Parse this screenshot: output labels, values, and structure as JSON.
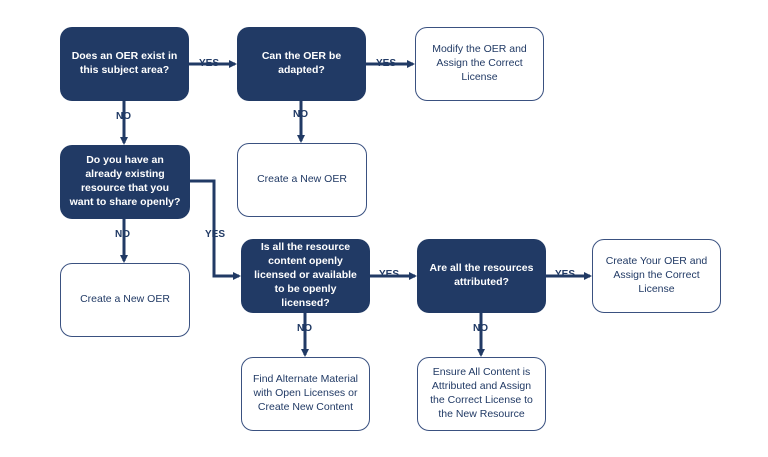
{
  "colors": {
    "navy": "#213a65",
    "outline": "#3a5180"
  },
  "nodes": {
    "q1": "Does an OER exist in this subject area?",
    "q2": "Can the OER be adapted?",
    "r1": "Modify the OER and Assign the Correct License",
    "r2": "Create a New OER",
    "q3": "Do you have an already existing resource that you want to share openly?",
    "r3": "Create a New OER",
    "q4": "Is all the resource content openly licensed or available to be openly licensed?",
    "q5": "Are all the resources attributed?",
    "r4": "Create Your OER and Assign the Correct License",
    "r5": "Find Alternate Material with Open Licenses or Create New Content",
    "r6": "Ensure All Content is Attributed and Assign the Correct License to the New Resource"
  },
  "edges": {
    "yes": "YES",
    "no": "NO"
  }
}
